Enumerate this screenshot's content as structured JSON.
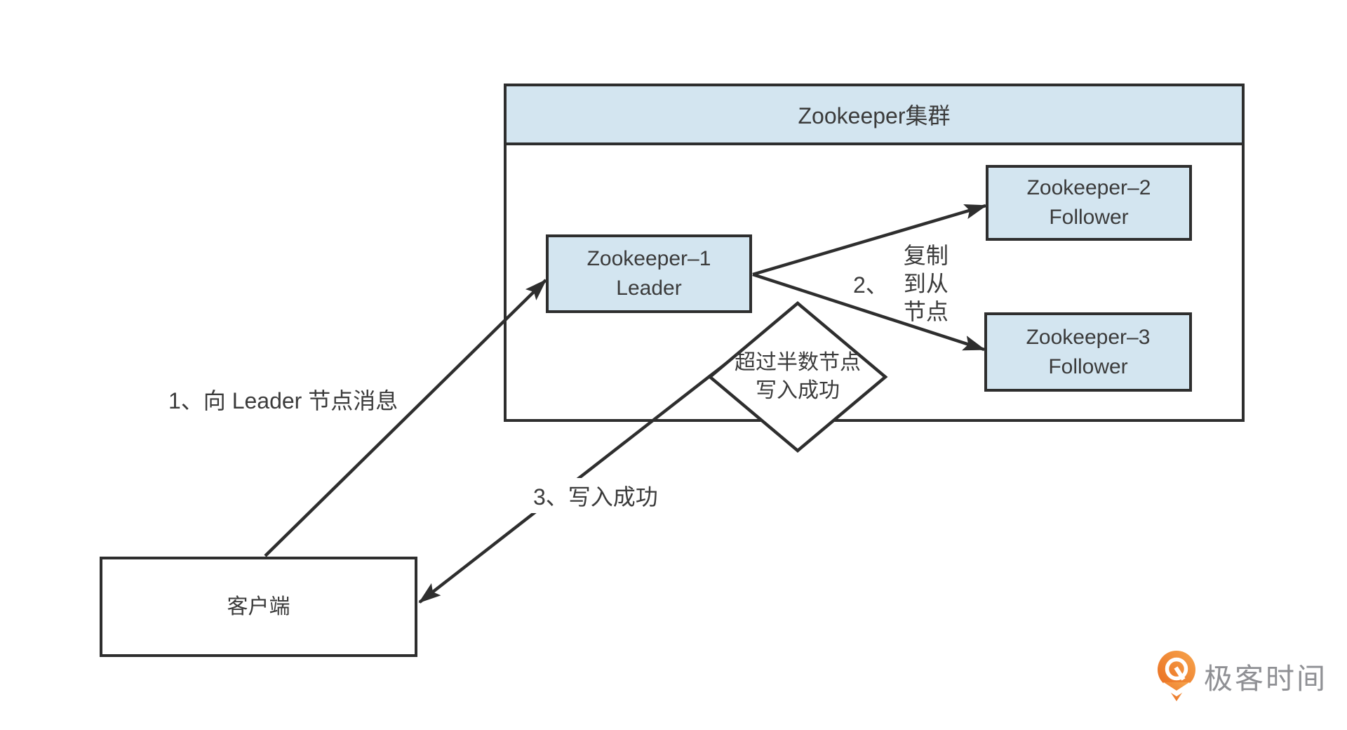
{
  "diagram": {
    "cluster": {
      "title": "Zookeeper集群"
    },
    "nodes": {
      "leader": {
        "line1": "Zookeeper–1",
        "line2": "Leader"
      },
      "follower2": {
        "line1": "Zookeeper–2",
        "line2": "Follower"
      },
      "follower3": {
        "line1": "Zookeeper–3",
        "line2": "Follower"
      },
      "client": {
        "label": "客户端"
      }
    },
    "decision": {
      "line1": "超过半数节点",
      "line2": "写入成功"
    },
    "edges": {
      "step1": {
        "label": "1、向 Leader 节点消息"
      },
      "step2": {
        "prefix": "2、",
        "line1": "复制",
        "line2": "到从",
        "line3": "节点"
      },
      "step3": {
        "label": "3、写入成功"
      }
    },
    "colors": {
      "node_fill": "#d3e5f0",
      "stroke": "#2e2e2e",
      "text": "#3b3b3b",
      "logo_orange": "#ee7c2e",
      "logo_text_gray": "#8f9094"
    }
  },
  "branding": {
    "logo_text": "极客时间"
  }
}
